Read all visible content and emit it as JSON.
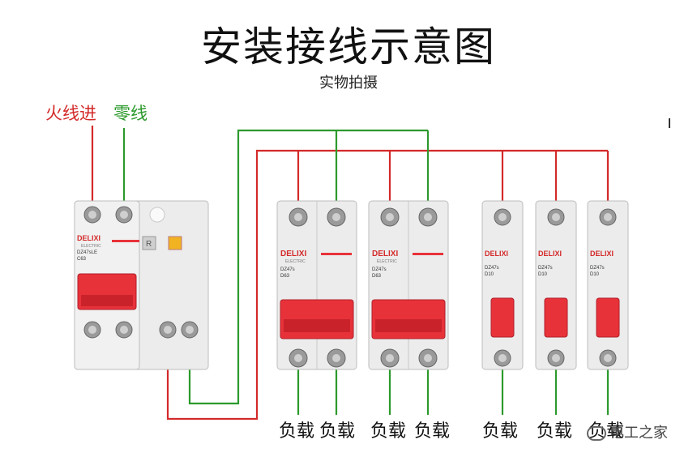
{
  "title": "安装接线示意图",
  "subtitle": "实物拍摄",
  "labels": {
    "live_in": "火线进",
    "neutral": "零线"
  },
  "breakers": {
    "brand": "DELIXI",
    "brand_sub": "ELECTRIC",
    "main": {
      "model": "DZ47sLE",
      "rating": "C63"
    },
    "double": [
      {
        "model": "DZ47s",
        "rating": "D63"
      },
      {
        "model": "DZ47s",
        "rating": "D63"
      }
    ],
    "single": [
      {
        "model": "DZ47s",
        "rating": "D10"
      },
      {
        "model": "DZ47s",
        "rating": "D10"
      },
      {
        "model": "DZ47s",
        "rating": "D10"
      }
    ],
    "test_button_label": "R"
  },
  "loads": [
    "负载",
    "负载",
    "负载",
    "负载",
    "负载",
    "负载",
    "负载"
  ],
  "watermark": "电工之家",
  "colors": {
    "live_wire": "#d42a2a",
    "neutral_wire": "#2c9a2c",
    "handle": "#e8323a"
  }
}
